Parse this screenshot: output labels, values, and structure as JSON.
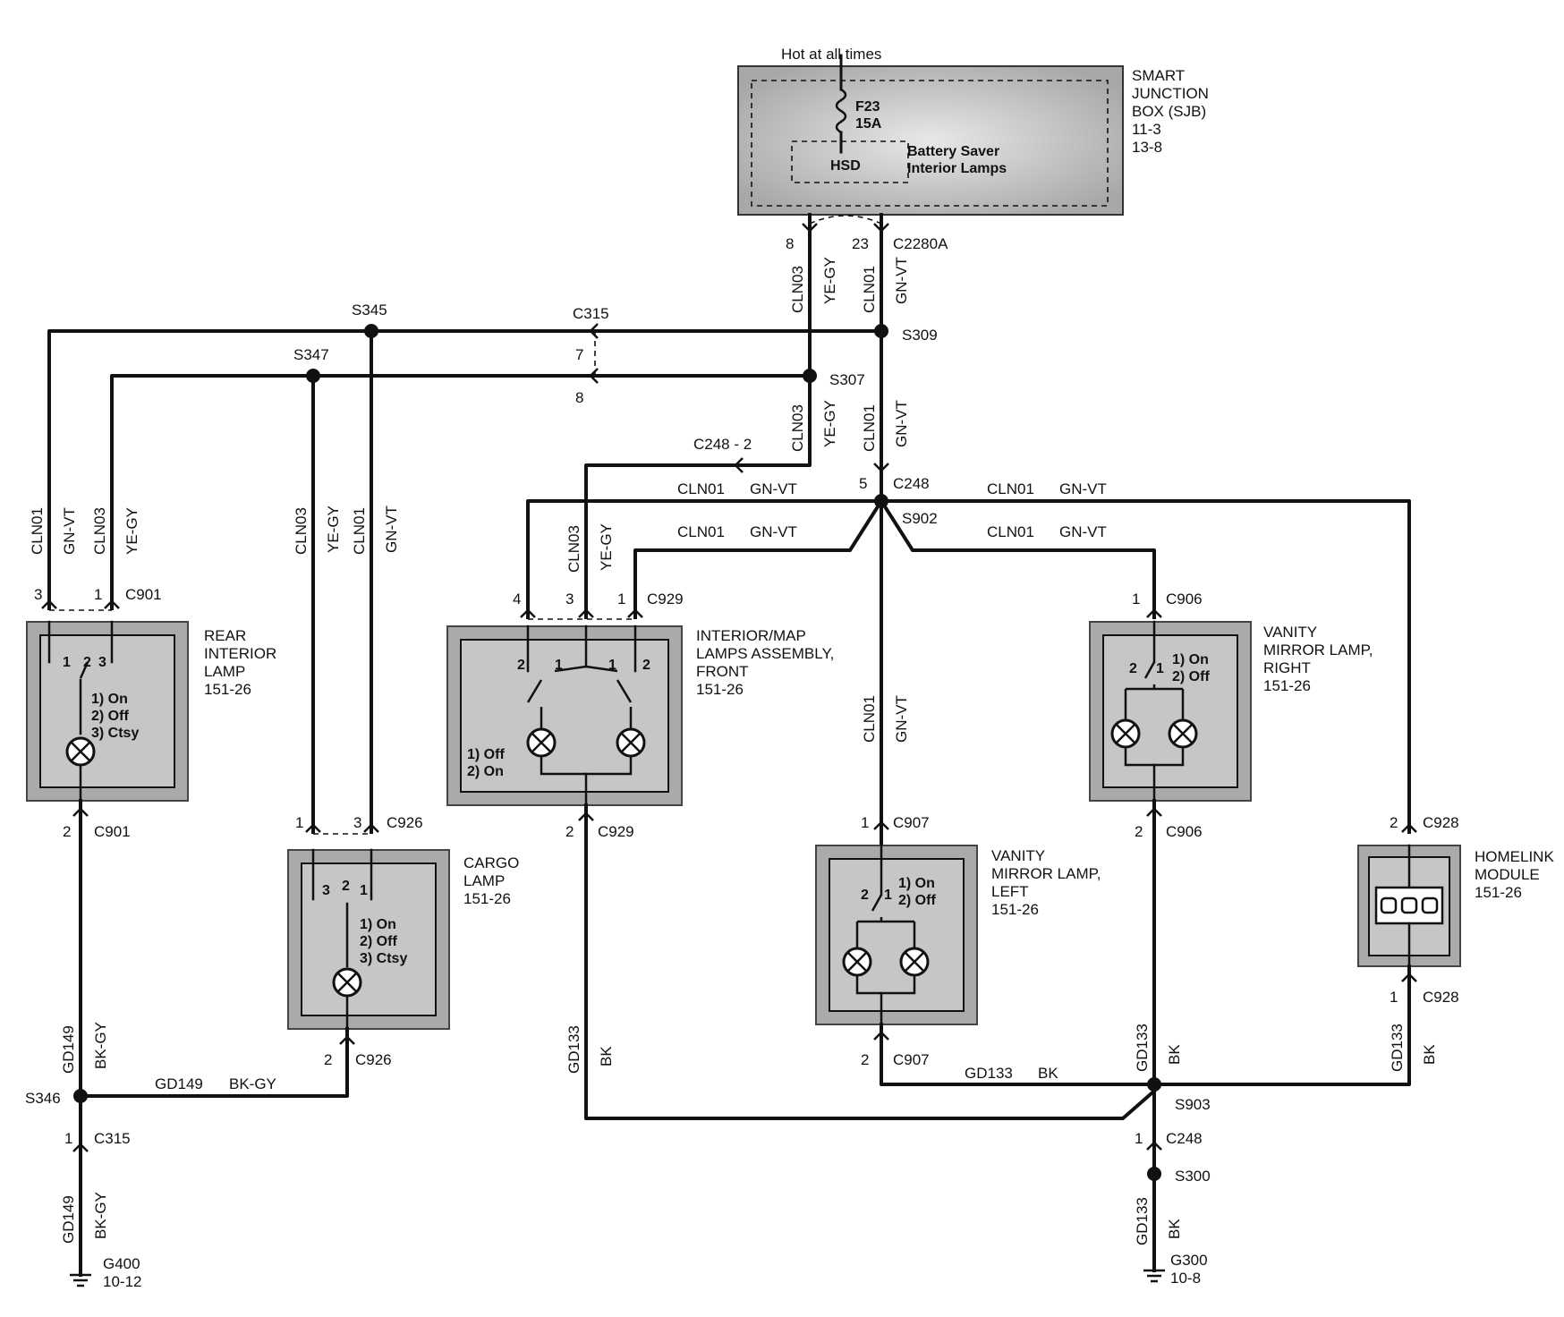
{
  "sjb": {
    "hot_label": "Hot at all times",
    "name_lines": [
      "SMART",
      "JUNCTION",
      "BOX (SJB)",
      "11-3",
      "13-8"
    ],
    "fuse": "F23",
    "fuse_rating": "15A",
    "hsd": "HSD",
    "saver_lines": [
      "Battery Saver",
      "Interior Lamps"
    ],
    "pin_left": "8",
    "pin_right": "23",
    "connector": "C2280A"
  },
  "wires": {
    "cln01": "CLN01",
    "cln03": "CLN03",
    "gnvt": "GN-VT",
    "yegy": "YE-GY",
    "gd149": "GD149",
    "bkgy": "BK-GY",
    "gd133": "GD133",
    "bk": "BK"
  },
  "splices": {
    "s345": "S345",
    "s347": "S347",
    "s309": "S309",
    "s307": "S307",
    "s902": "S902",
    "s903": "S903",
    "s346": "S346",
    "s300": "S300"
  },
  "connectors": {
    "c315": "C315",
    "c315_pin7": "7",
    "c315_pin8": "8",
    "c248_2": "C248 - 2",
    "c248_5_pin": "5",
    "c248": "C248",
    "c901": "C901",
    "c926": "C926",
    "c929": "C929",
    "c906": "C906",
    "c907": "C907",
    "c928": "C928",
    "c315_bottom": "C315",
    "c248_bottom": "C248"
  },
  "pins": {
    "p1": "1",
    "p2": "2",
    "p3": "3",
    "p4": "4"
  },
  "components": {
    "rear": {
      "lines": [
        "REAR",
        "INTERIOR",
        "LAMP",
        "151-26"
      ],
      "modes": [
        "1) On",
        "2) Off",
        "3) Ctsy"
      ]
    },
    "cargo": {
      "lines": [
        "CARGO",
        "LAMP",
        "151-26"
      ],
      "modes": [
        "1) On",
        "2) Off",
        "3) Ctsy"
      ]
    },
    "intmap": {
      "lines": [
        "INTERIOR/MAP",
        "LAMPS ASSEMBLY,",
        "FRONT",
        "151-26"
      ],
      "modes": [
        "1) Off",
        "2) On"
      ]
    },
    "vanity_left": {
      "lines": [
        "VANITY",
        "MIRROR LAMP,",
        "LEFT",
        "151-26"
      ],
      "modes": [
        "1) On",
        "2) Off"
      ]
    },
    "vanity_right": {
      "lines": [
        "VANITY",
        "MIRROR LAMP,",
        "RIGHT",
        "151-26"
      ],
      "modes": [
        "1) On",
        "2) Off"
      ]
    },
    "homelink": {
      "lines": [
        "HOMELINK",
        "MODULE",
        "151-26"
      ]
    }
  },
  "grounds": {
    "g400": "G400",
    "g400_ref": "10-12",
    "g300": "G300",
    "g300_ref": "10-8"
  }
}
